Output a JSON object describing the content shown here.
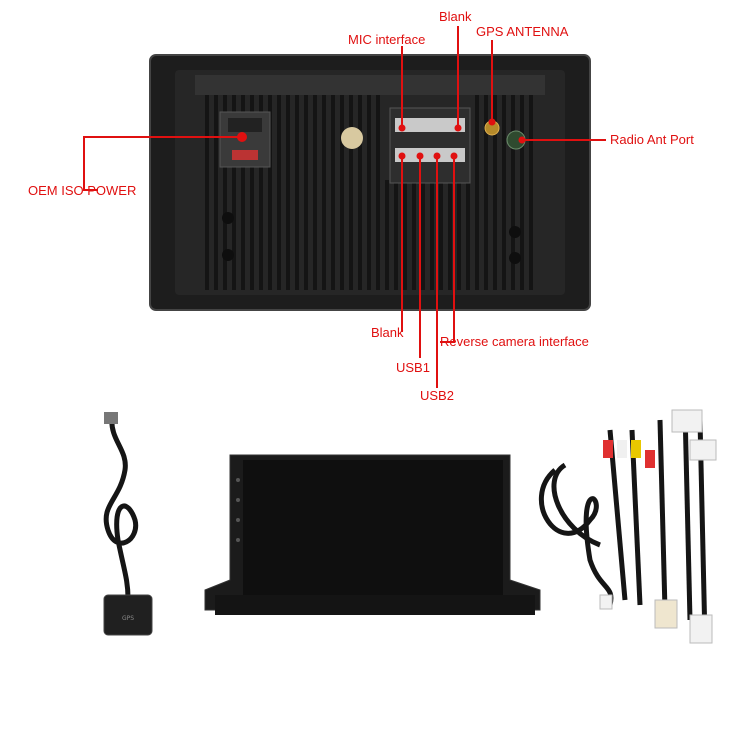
{
  "labels": {
    "mic_interface": "MIC interface",
    "blank_top": "Blank",
    "gps_antenna": "GPS ANTENNA",
    "radio_ant_port": "Radio Ant Port",
    "oem_iso_power": "OEM ISO POWER",
    "blank_bottom": "Blank",
    "usb1": "USB1",
    "usb2": "USB2",
    "reverse_camera": "Reverse camera interface"
  },
  "colors": {
    "annotation": "#e01010",
    "unit_body": "#2a2a2a",
    "unit_frame": "#1b1b1b",
    "screen": "#111111",
    "cable": "#151515"
  }
}
